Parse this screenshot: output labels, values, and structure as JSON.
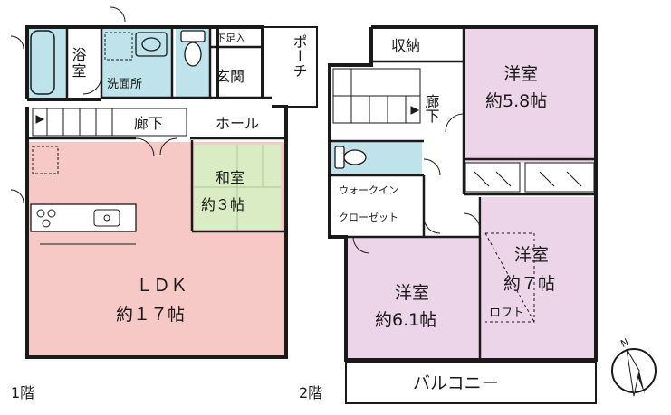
{
  "colors": {
    "wall": "#1a1a1a",
    "ldk": "#f7c9c6",
    "washitsu": "#d9ecc4",
    "bath": "#bfe3ea",
    "youshitsu": "#ecd5e8",
    "white": "#ffffff"
  },
  "floor1": {
    "level_label": "1階",
    "rooms": {
      "bath": "浴室",
      "washroom": "洗面所",
      "shoe_storage": "下足入",
      "entrance": "玄関",
      "porch": "ポーチ",
      "corridor": "廊下",
      "hall": "ホール",
      "washitsu_name": "和室",
      "washitsu_size": "約３帖",
      "ldk_name": "ＬＤＫ",
      "ldk_size": "約１７帖"
    }
  },
  "floor2": {
    "level_label": "2階",
    "rooms": {
      "storage": "収納",
      "corridor": "廊下",
      "western_a_name": "洋室",
      "western_a_size": "約5.8帖",
      "walkin_line1": "ウォークイン",
      "walkin_line2": "クローゼット",
      "western_b_name": "洋室",
      "western_b_size": "約6.1帖",
      "western_c_name": "洋室",
      "western_c_size": "約７帖",
      "loft": "ロフト",
      "balcony": "バルコニー"
    }
  },
  "compass": {
    "north_label": "N",
    "icon": "compass-north-icon"
  }
}
